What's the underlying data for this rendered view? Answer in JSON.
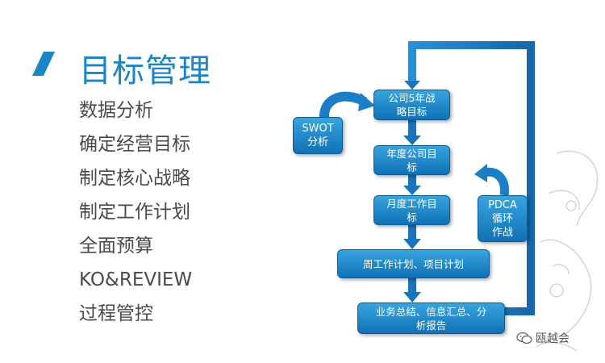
{
  "title": "目标管理",
  "agenda": [
    "数据分析",
    "确定经营目标",
    "制定核心战略",
    "制定工作计划",
    "全面预算",
    "KO&REVIEW",
    "过程管控"
  ],
  "flow": {
    "strategy": [
      "公司5年战",
      "略目标"
    ],
    "swot": [
      "SWOT",
      "分析"
    ],
    "annual": [
      "年度公司目",
      "标"
    ],
    "monthly": [
      "月度工作目",
      "标"
    ],
    "pdca": [
      "PDCA",
      "循环",
      "作战"
    ],
    "weekly": "周工作计划、项目计划",
    "summary": [
      "业务总结、信息汇总、分",
      "析报告"
    ]
  },
  "watermark": "瓯越会",
  "colors": {
    "accent": "#1a86c8",
    "box_top": "#38a4de",
    "box_bottom": "#0f72b6",
    "arrow": "#1878c0",
    "text": "#4a4a4a"
  }
}
